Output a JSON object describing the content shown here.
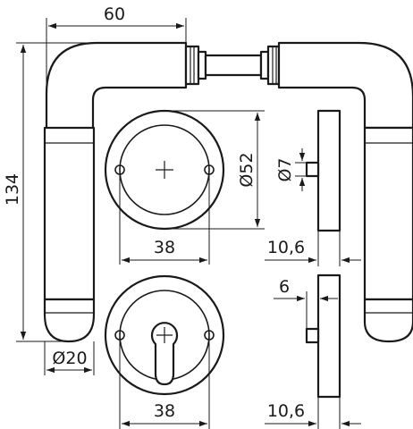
{
  "drawing": {
    "dimensions": {
      "handle_length": "60",
      "handle_height": "134",
      "grip_diameter": "Ø20",
      "rose_diameter": "Ø52",
      "pin_diameter": "Ø7",
      "top_rose_screw_spacing": "38",
      "bottom_rose_screw_spacing": "38",
      "top_rose_thickness": "10,6",
      "bottom_rose_thickness": "10,6",
      "pin_offset": "6"
    }
  }
}
